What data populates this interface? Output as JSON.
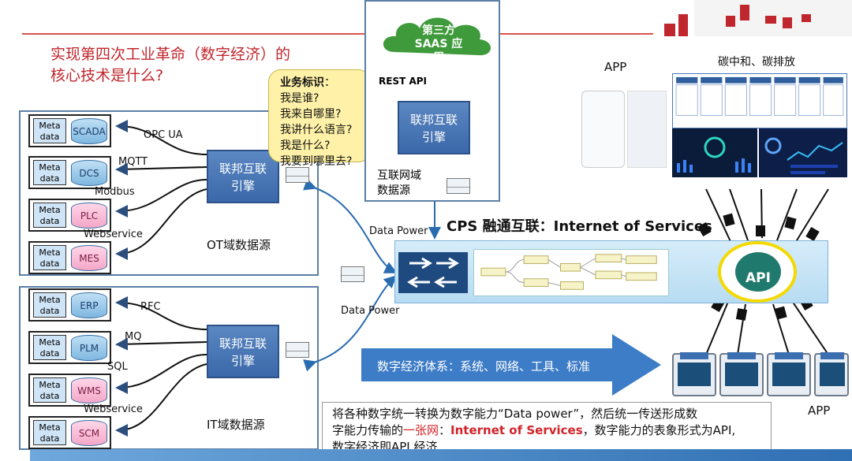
{
  "title": {
    "line1": "实现第四次工业革命（数字经济）的",
    "line2": "核心技术是什么?"
  },
  "bubble": {
    "heading": "业务标识",
    "colon": "：",
    "lines": [
      "我是谁?",
      "我来自哪里?",
      "我讲什么语言?",
      "我是什么?",
      "我要到哪里去?"
    ]
  },
  "cloud": {
    "line1": "第三方",
    "line2": "SAAS 应用"
  },
  "rest_api": "REST API",
  "engine_label": [
    "联邦互联",
    "引擎"
  ],
  "internet_domain": [
    "互联网域",
    "数据源"
  ],
  "ot": {
    "label": "OT域数据源",
    "items": [
      {
        "meta": [
          "Meta",
          "data"
        ],
        "name": "SCADA",
        "color": "blue",
        "protocol": "OPC UA"
      },
      {
        "meta": [
          "Meta",
          "data"
        ],
        "name": "DCS",
        "color": "blue",
        "protocol": "MQTT"
      },
      {
        "meta": [
          "Meta",
          "data"
        ],
        "name": "PLC",
        "color": "pink",
        "protocol": "Modbus"
      },
      {
        "meta": [
          "Meta",
          "data"
        ],
        "name": "MES",
        "color": "pink",
        "protocol": "Webservice"
      }
    ]
  },
  "it": {
    "label": "IT域数据源",
    "items": [
      {
        "meta": [
          "Meta",
          "data"
        ],
        "name": "ERP",
        "color": "blue",
        "protocol": "RFC"
      },
      {
        "meta": [
          "Meta",
          "data"
        ],
        "name": "PLM",
        "color": "blue",
        "protocol": "MQ"
      },
      {
        "meta": [
          "Meta",
          "data"
        ],
        "name": "WMS",
        "color": "pink",
        "protocol": "SQL"
      },
      {
        "meta": [
          "Meta",
          "data"
        ],
        "name": "SCM",
        "color": "pink",
        "protocol": "Webservice"
      }
    ]
  },
  "data_power": "Data Power",
  "cps_title": "CPS 融通互联：Internet of Services",
  "api_label": "API",
  "big_arrow": "数字经济体系：系统、网络、工具、标准",
  "app_label_top": "APP",
  "carbon_label": "碳中和、碳排放",
  "app_label_bottom": "APP",
  "note": {
    "line1": "将各种数字统一转换为数字能力“Data power”，然后统一传送形成数",
    "line2_a": "字能力传输的",
    "line2_b": "一张网",
    "line2_c": "：",
    "line2_d": "Internet of Services",
    "line2_e": "，数字能力的表象形式为API,",
    "line3": "数字经济即API 经济"
  },
  "colors": {
    "accent_red": "#c0262d",
    "engine_blue": "#3a68a9",
    "bubble_yellow": "#fff2a8",
    "api_green": "#1f7a6d"
  }
}
